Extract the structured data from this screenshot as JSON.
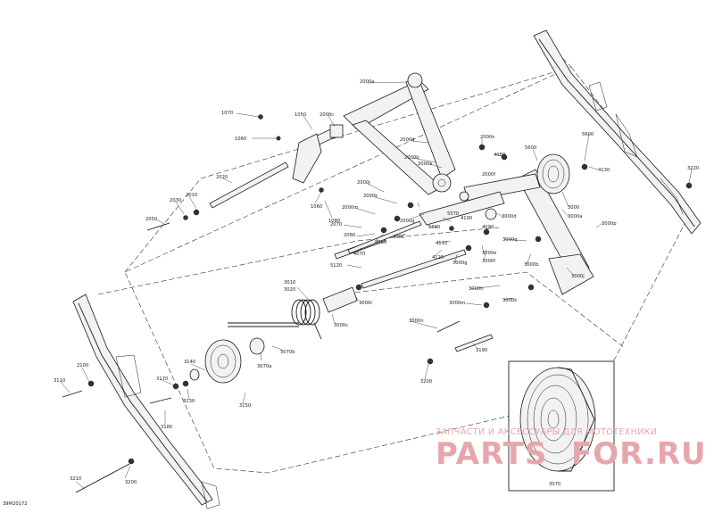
{
  "diagram_code": "39M20172",
  "inset_label": "3070",
  "watermark": {
    "tagline": "ЗАПЧАСТИ И АКСЕССУАРЫ ДЛЯ МОТОТЕХНИКИ",
    "brand_left": "PARTS",
    "brand_right": "FOR.RU"
  },
  "colors": {
    "watermark_red": "#e6a7ac",
    "line": "#1a1a1a"
  },
  "labels": {
    "l1070": "1070",
    "l1060a": "1060",
    "l1050": "1050",
    "l2000c": "2000c",
    "l2000a": "2000a",
    "l2000d": "2000d",
    "l2000b": "2000b",
    "l2000e": "2000e",
    "l2000n": "2000n",
    "l4080": "4080",
    "l5600": "5600",
    "l5600b": "5600",
    "l4130": "4130",
    "l2000f": "2000f",
    "l3220": "3220",
    "l2020": "2020",
    "l2030": "2030",
    "l2010": "2010",
    "l2050": "2050",
    "l1060b": "1060",
    "l1080": "1080",
    "l2000j": "2000j",
    "l2000k": "2000k",
    "l2000m": "2000m",
    "l2070": "2070",
    "l2080": "2080",
    "l2000g": "2000g",
    "l5570": "5570",
    "l4100": "4100",
    "l5590": "5590",
    "l4060": "4060",
    "l4000": "4000",
    "l4070": "4070",
    "l4090": "4090",
    "l3000": "3000",
    "l3000a": "3000a",
    "l3000d": "3000d",
    "l3000p": "3000p",
    "l3000q": "3000q",
    "l4110": "4110",
    "l3000e": "3000e",
    "l3000f": "3000f",
    "l3000g": "3000g",
    "l4120": "4120",
    "l3000b": "3000b",
    "l5120": "5120",
    "l3010": "3010",
    "l3020": "3020",
    "l3000r": "3000r",
    "l3000c": "3000c",
    "l3000h": "3000h",
    "l3000m": "3000m",
    "l3000k": "3000k",
    "l3000j": "3000j",
    "l3000n": "3000n",
    "l3190": "3190",
    "l3200a": "3200",
    "l3070a": "3070a",
    "l3070b": "3070b",
    "l3140": "3140",
    "l3170": "3170",
    "l3130": "3130",
    "l3150": "3150",
    "l3180": "3180",
    "l2100": "2100",
    "l3110": "3110",
    "l3210": "3210",
    "l3200b": "3200"
  }
}
